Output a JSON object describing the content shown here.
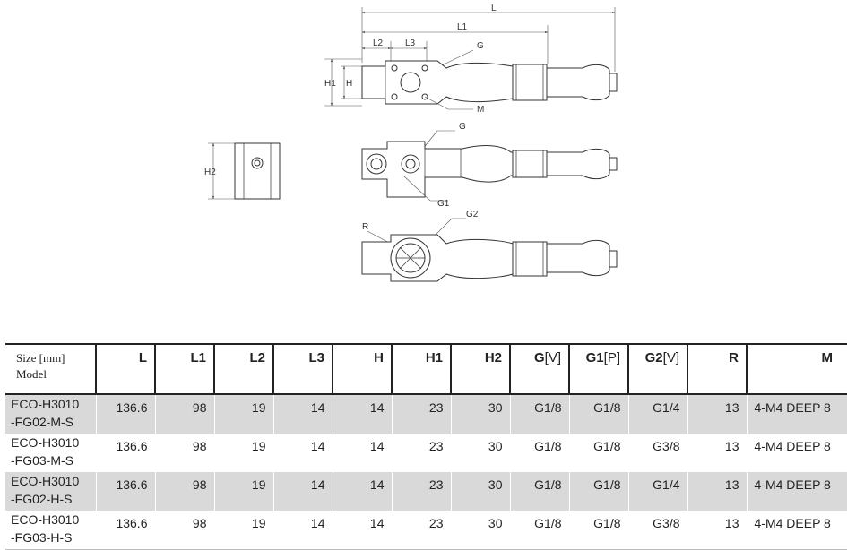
{
  "drawing": {
    "labels": {
      "L": "L",
      "L1": "L1",
      "L2": "L2",
      "L3": "L3",
      "G": "G",
      "M": "M",
      "H1": "H1",
      "H": "H",
      "H2": "H2",
      "G_side": "G",
      "G1": "G1",
      "R": "R",
      "G2": "G2"
    }
  },
  "table": {
    "corner": {
      "size": "Size [mm]",
      "model": "Model"
    },
    "headers": [
      {
        "key": "L",
        "label": "L",
        "unit": ""
      },
      {
        "key": "L1",
        "label": "L1",
        "unit": ""
      },
      {
        "key": "L2",
        "label": "L2",
        "unit": ""
      },
      {
        "key": "L3",
        "label": "L3",
        "unit": ""
      },
      {
        "key": "H",
        "label": "H",
        "unit": ""
      },
      {
        "key": "H1",
        "label": "H1",
        "unit": ""
      },
      {
        "key": "H2",
        "label": "H2",
        "unit": ""
      },
      {
        "key": "G",
        "label": "G",
        "unit": "[V]"
      },
      {
        "key": "G1",
        "label": "G1",
        "unit": "[P]"
      },
      {
        "key": "G2",
        "label": "G2",
        "unit": "[V]"
      },
      {
        "key": "R",
        "label": "R",
        "unit": ""
      },
      {
        "key": "M",
        "label": "M",
        "unit": ""
      }
    ],
    "rows": [
      {
        "model_line1": "ECO-H3010",
        "model_line2": "-FG02-M-S",
        "values": [
          "136.6",
          "98",
          "19",
          "14",
          "14",
          "23",
          "30",
          "G1/8",
          "G1/8",
          "G1/4",
          "13",
          "4-M4 DEEP 8"
        ]
      },
      {
        "model_line1": "ECO-H3010",
        "model_line2": "-FG03-M-S",
        "values": [
          "136.6",
          "98",
          "19",
          "14",
          "14",
          "23",
          "30",
          "G1/8",
          "G1/8",
          "G3/8",
          "13",
          "4-M4 DEEP 8"
        ]
      },
      {
        "model_line1": "ECO-H3010",
        "model_line2": "-FG02-H-S",
        "values": [
          "136.6",
          "98",
          "19",
          "14",
          "14",
          "23",
          "30",
          "G1/8",
          "G1/8",
          "G1/4",
          "13",
          "4-M4 DEEP 8"
        ]
      },
      {
        "model_line1": "ECO-H3010",
        "model_line2": "-FG03-H-S",
        "values": [
          "136.6",
          "98",
          "19",
          "14",
          "14",
          "23",
          "30",
          "G1/8",
          "G1/8",
          "G3/8",
          "13",
          "4-M4 DEEP 8"
        ]
      }
    ]
  }
}
